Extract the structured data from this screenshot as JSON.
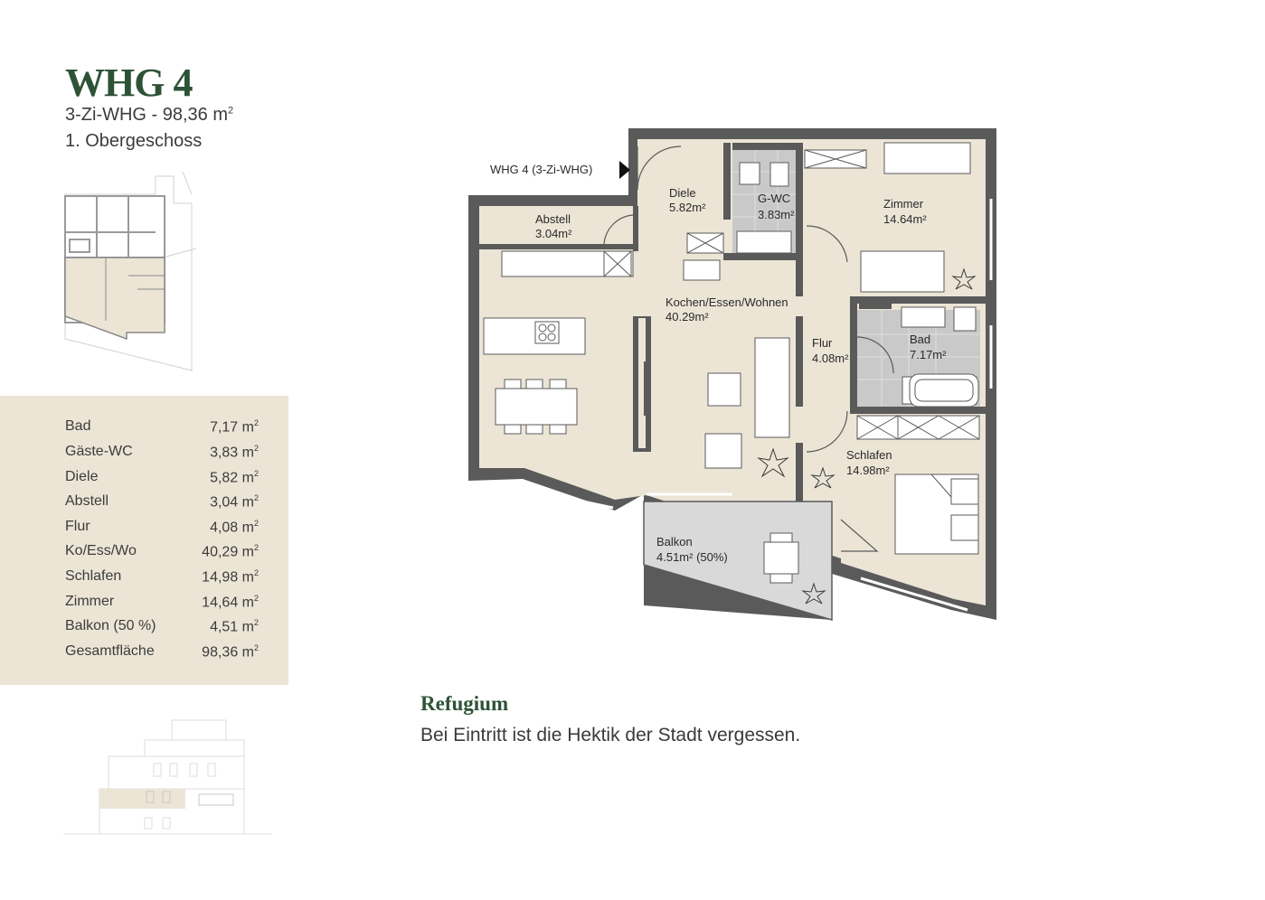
{
  "header": {
    "title": "WHG 4",
    "type": "3-Zi-WHG - 98,36 m",
    "type_sup": "2",
    "floor": "1. Obergeschoss"
  },
  "areas": [
    {
      "label": "Bad",
      "value": "7,17 m",
      "unit_sup": "2"
    },
    {
      "label": "Gäste-WC",
      "value": "3,83 m",
      "unit_sup": "2"
    },
    {
      "label": "Diele",
      "value": "5,82 m",
      "unit_sup": "2"
    },
    {
      "label": "Abstell",
      "value": "3,04 m",
      "unit_sup": "2"
    },
    {
      "label": "Flur",
      "value": "4,08 m",
      "unit_sup": "2"
    },
    {
      "label": "Ko/Ess/Wo",
      "value": "40,29 m",
      "unit_sup": "2"
    },
    {
      "label": "Schlafen",
      "value": "14,98 m",
      "unit_sup": "2"
    },
    {
      "label": "Zimmer",
      "value": "14,64 m",
      "unit_sup": "2"
    },
    {
      "label": "Balkon (50 %)",
      "value": "4,51 m",
      "unit_sup": "2"
    },
    {
      "label": "Gesamtfläche",
      "value": "98,36 m",
      "unit_sup": "2"
    }
  ],
  "plan": {
    "entrance_label": "WHG 4 (3-Zi-WHG)",
    "rooms": {
      "diele": {
        "name": "Diele",
        "area": "5.82m²"
      },
      "gwc": {
        "name": "G-WC",
        "area": "3.83m²"
      },
      "zimmer": {
        "name": "Zimmer",
        "area": "14.64m²"
      },
      "abstell": {
        "name": "Abstell",
        "area": "3.04m²"
      },
      "kochen": {
        "name": "Kochen/Essen/Wohnen",
        "area": "40.29m²"
      },
      "flur": {
        "name": "Flur",
        "area": "4.08m²"
      },
      "bad": {
        "name": "Bad",
        "area": "7.17m²"
      },
      "schlafen": {
        "name": "Schlafen",
        "area": "14.98m²"
      },
      "balkon": {
        "name": "Balkon",
        "area": "4.51m² (50%)"
      }
    }
  },
  "refugium": {
    "title": "Refugium",
    "text": "Bei Eintritt ist die Hektik der Stadt vergessen."
  },
  "colors": {
    "accent_green": "#2e5236",
    "floor_beige": "#ece5d6",
    "wall_gray": "#5a5a5a",
    "wet_room_gray": "#c8c8c8"
  }
}
